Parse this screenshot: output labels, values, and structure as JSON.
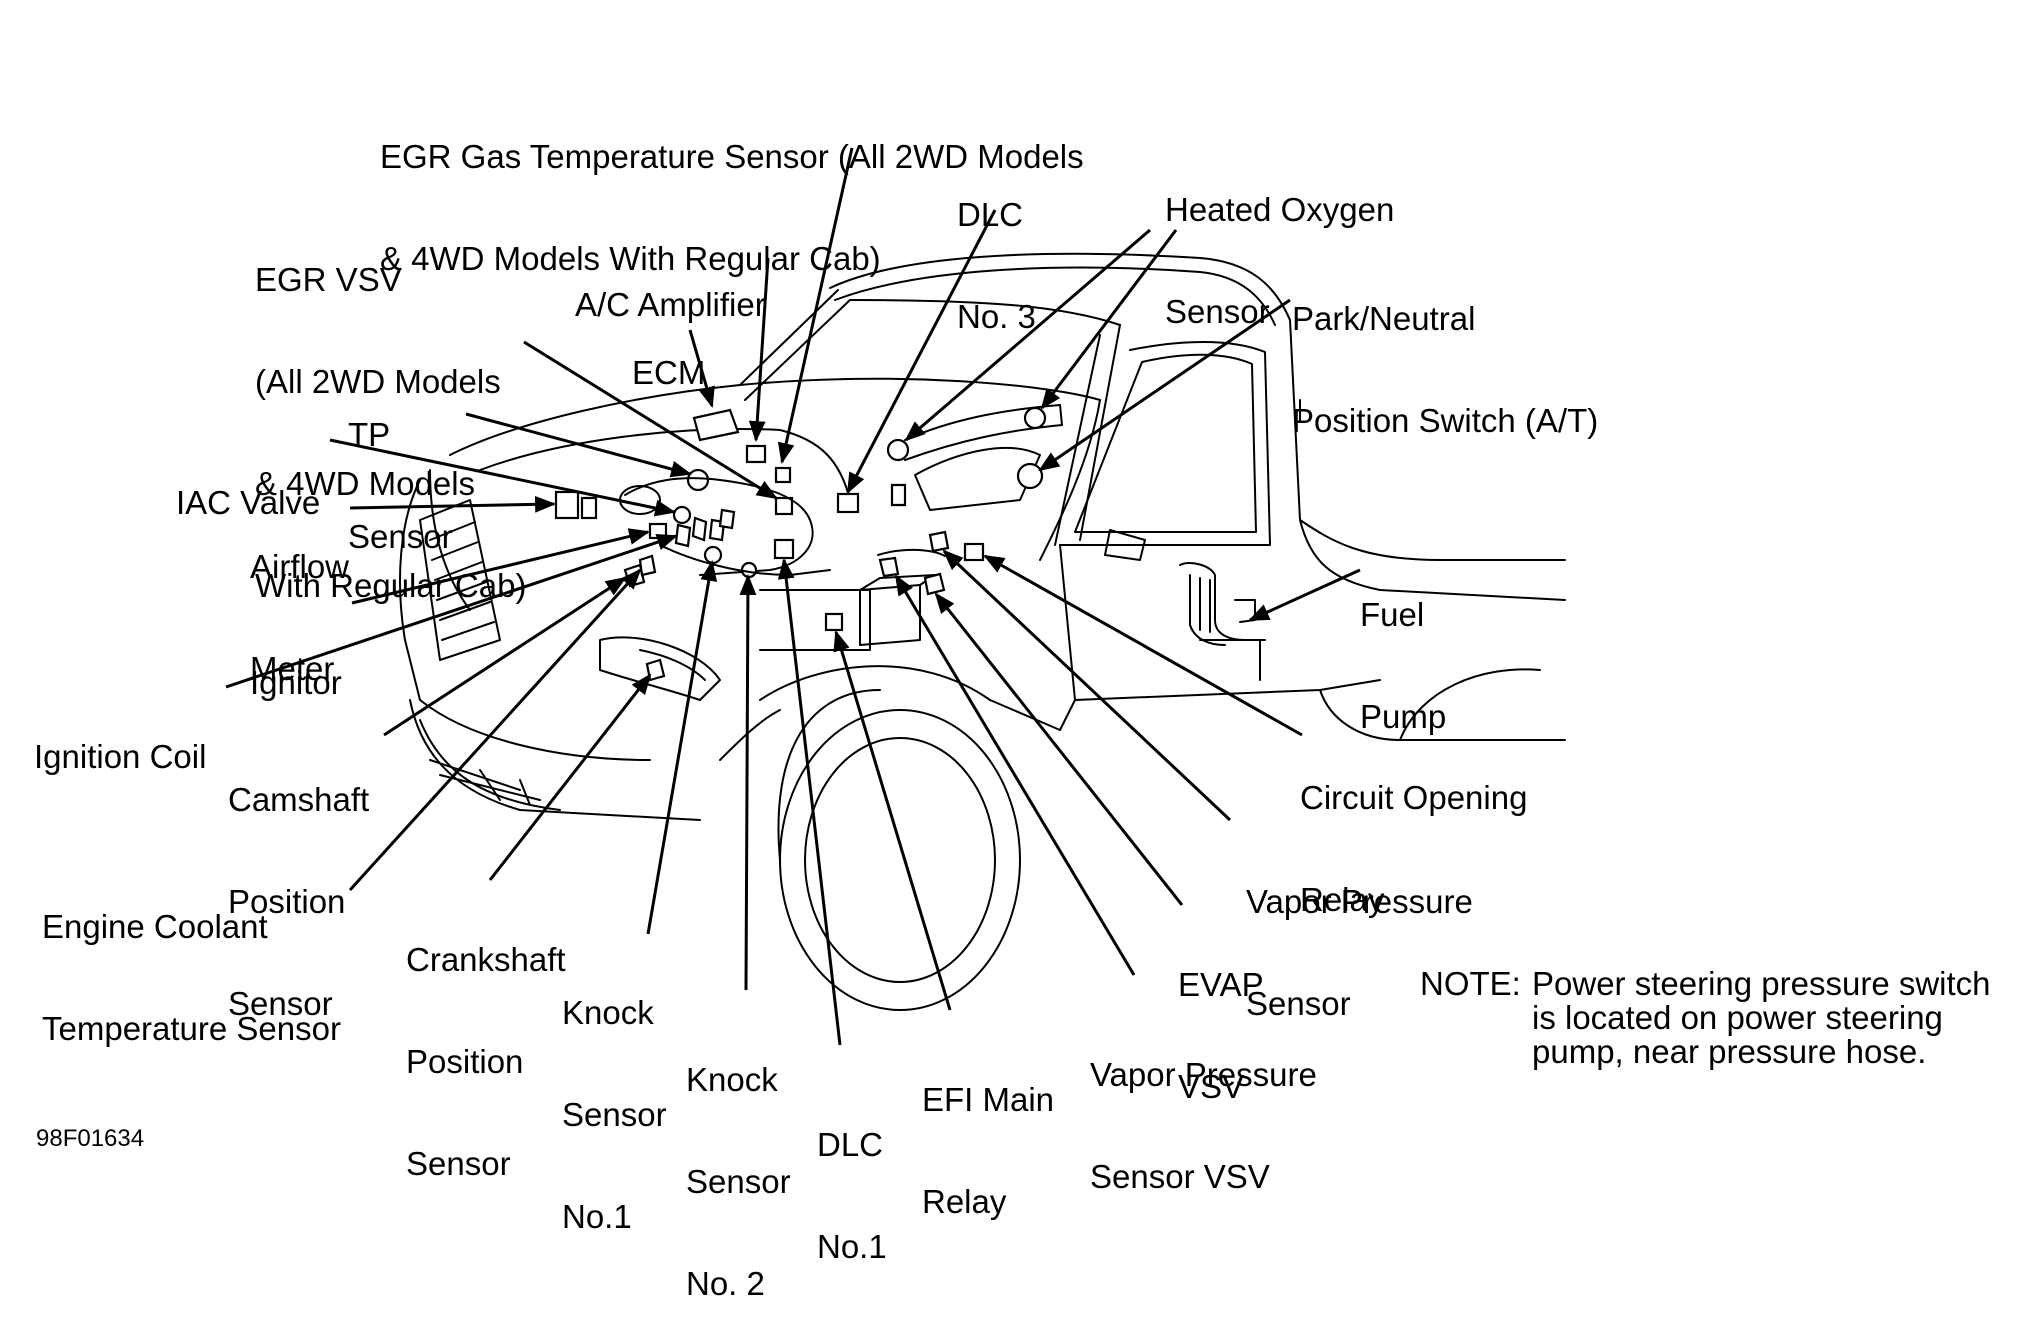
{
  "labels": {
    "egr_gas_temp": [
      "EGR Gas Temperature Sensor (All 2WD Models",
      "& 4WD Models With Regular Cab)"
    ],
    "egr_vsv": [
      "EGR VSV",
      "(All 2WD Models",
      "& 4WD Models",
      "With Regular Cab)"
    ],
    "ac_amplifier": [
      "A/C Amplifier"
    ],
    "ecm": [
      "ECM"
    ],
    "dlc3": [
      "DLC",
      "No. 3"
    ],
    "heated_oxygen": [
      "Heated Oxygen",
      "Sensor"
    ],
    "park_neutral": [
      "Park/Neutral",
      "Position Switch (A/T)"
    ],
    "tp_sensor": [
      "TP",
      "Sensor"
    ],
    "iac_valve": [
      "IAC Valve"
    ],
    "airflow_meter": [
      "Airflow",
      "Meter"
    ],
    "ignitor": [
      "Ignitor"
    ],
    "ignition_coil": [
      "Ignition Coil"
    ],
    "camshaft": [
      "Camshaft",
      "Position",
      "Sensor"
    ],
    "engine_coolant": [
      "Engine Coolant",
      "Temperature Sensor"
    ],
    "crankshaft": [
      "Crankshaft",
      "Position",
      "Sensor"
    ],
    "knock1": [
      "Knock",
      "Sensor",
      "No.1"
    ],
    "knock2": [
      "Knock",
      "Sensor",
      "No. 2"
    ],
    "dlc1": [
      "DLC",
      "No.1"
    ],
    "efi_main": [
      "EFI Main",
      "Relay"
    ],
    "vp_sensor_vsv": [
      "Vapor Pressure",
      "Sensor VSV"
    ],
    "evap_vsv": [
      "EVAP",
      "VSV"
    ],
    "vp_sensor": [
      "Vapor Pressure",
      "Sensor"
    ],
    "circuit_opening": [
      "Circuit Opening",
      "Relay"
    ],
    "fuel_pump": [
      "Fuel",
      "Pump"
    ]
  },
  "note": {
    "prefix": "NOTE:",
    "lines": [
      "Power steering pressure switch",
      "is located on power steering",
      "pump, near pressure hose."
    ]
  },
  "figure_code": "98F01634"
}
